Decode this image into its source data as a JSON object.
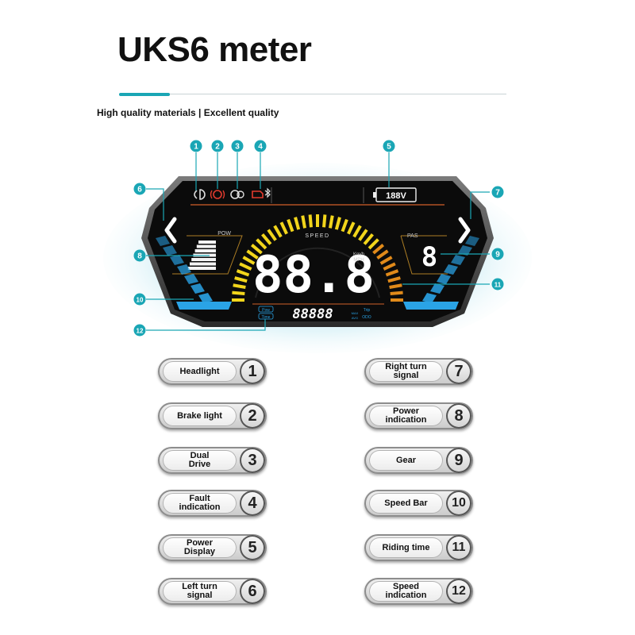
{
  "title": "UKS6 meter",
  "subtitle": "High quality materials | Excellent quality",
  "display": {
    "battery": "188V",
    "pow_label": "POW",
    "speed_label": "SPEED",
    "speed_value": "88.8",
    "unit_kmh": "Km/h",
    "unit_mph": "MPH",
    "pas_label": "PAS",
    "gear_value": "8",
    "odometer": "88888",
    "tags_left": [
      "Pow",
      "Time"
    ],
    "tags_right": [
      "Trip",
      "MAX",
      "AVG",
      "ODO"
    ],
    "power_level": 1.0,
    "icons": [
      "headlight-icon",
      "brake-light-icon",
      "dual-drive-icon",
      "fault-icon",
      "bluetooth-icon"
    ]
  },
  "callouts": [
    "1",
    "2",
    "3",
    "4",
    "5",
    "6",
    "7",
    "8",
    "9",
    "10",
    "11",
    "12"
  ],
  "legend": [
    {
      "num": "1",
      "label": "Headlight"
    },
    {
      "num": "2",
      "label": "Brake light"
    },
    {
      "num": "3",
      "label": "Dual\nDrive"
    },
    {
      "num": "4",
      "label": "Fault\nindication"
    },
    {
      "num": "5",
      "label": "Power\nDisplay"
    },
    {
      "num": "6",
      "label": "Left turn\nsignal"
    },
    {
      "num": "7",
      "label": "Right turn\nsignal"
    },
    {
      "num": "8",
      "label": "Power\nindication"
    },
    {
      "num": "9",
      "label": "Gear"
    },
    {
      "num": "10",
      "label": "Speed Bar"
    },
    {
      "num": "11",
      "label": "Riding time"
    },
    {
      "num": "12",
      "label": "Speed\nindication"
    }
  ],
  "colors": {
    "teal": "#1aa6b5",
    "screen": "#0b0b0b",
    "yellow": "#f2d51b",
    "orange": "#e08a1a",
    "blue": "#2aa3e6",
    "red": "#e23b2e"
  }
}
